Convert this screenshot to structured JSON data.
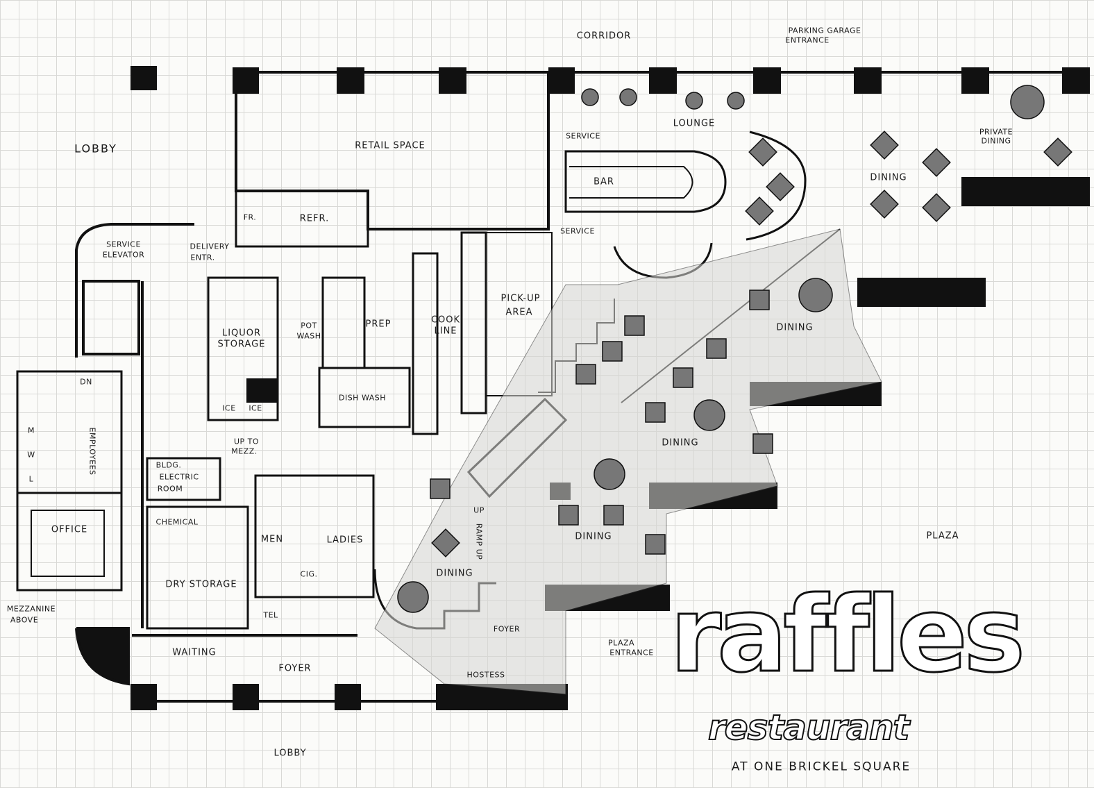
{
  "title": "Raffles Restaurant floor plan",
  "labels": {
    "corridor": "CORRIDOR",
    "parking_1": "PARKING GARAGE",
    "parking_2": "ENTRANCE",
    "lobby_top": "LOBBY",
    "retail": "RETAIL SPACE",
    "lounge": "LOUNGE",
    "service_top": "SERVICE",
    "bar": "BAR",
    "service_low": "SERVICE",
    "dining_tr": "DINING",
    "private_1": "PRIVATE",
    "private_2": "DINING",
    "fr": "FR.",
    "refr": "REFR.",
    "svc_elev_1": "SERVICE",
    "svc_elev_2": "ELEVATOR",
    "delivery_1": "DELIVERY",
    "delivery_2": "ENTR.",
    "liquor_1": "LIQUOR",
    "liquor_2": "STORAGE",
    "pot_1": "POT",
    "pot_2": "WASH",
    "prep": "PREP",
    "cook_1": "COOK",
    "cook_2": "LINE",
    "pickup_1": "PICK-UP",
    "pickup_2": "AREA",
    "dish": "DISH WASH",
    "ice_1": "ICE",
    "ice_2": "ICE",
    "dn": "DN",
    "employees": "EMPLOYEES",
    "m": "M",
    "w": "W",
    "l": "L",
    "mezz_1": "UP TO",
    "mezz_2": "MEZZ.",
    "elec_1": "BLDG.",
    "elec_2": "ELECTRIC",
    "elec_3": "ROOM",
    "chemical": "CHEMICAL",
    "office": "OFFICE",
    "men": "MEN",
    "ladies": "LADIES",
    "dry": "DRY STORAGE",
    "dining_a": "DINING",
    "dining_b": "DINING",
    "dining_c": "DINING",
    "dining_d": "DINING",
    "up": "UP",
    "ramp": "RAMP UP",
    "mezzabove_1": "MEZZANINE",
    "mezzabove_2": "ABOVE",
    "waiting": "WAITING",
    "foyer_1": "FOYER",
    "foyer_2": "FOYER",
    "tel": "TEL",
    "cig": "CIG.",
    "hostess": "HOSTESS",
    "plaza_ent_1": "PLAZA",
    "plaza_ent_2": "ENTRANCE",
    "lobby_bottom": "LOBBY",
    "plaza": "PLAZA"
  },
  "logo": {
    "name": "raffles",
    "sub": "restaurant",
    "tagline": "AT ONE BRICKEL SQUARE"
  }
}
